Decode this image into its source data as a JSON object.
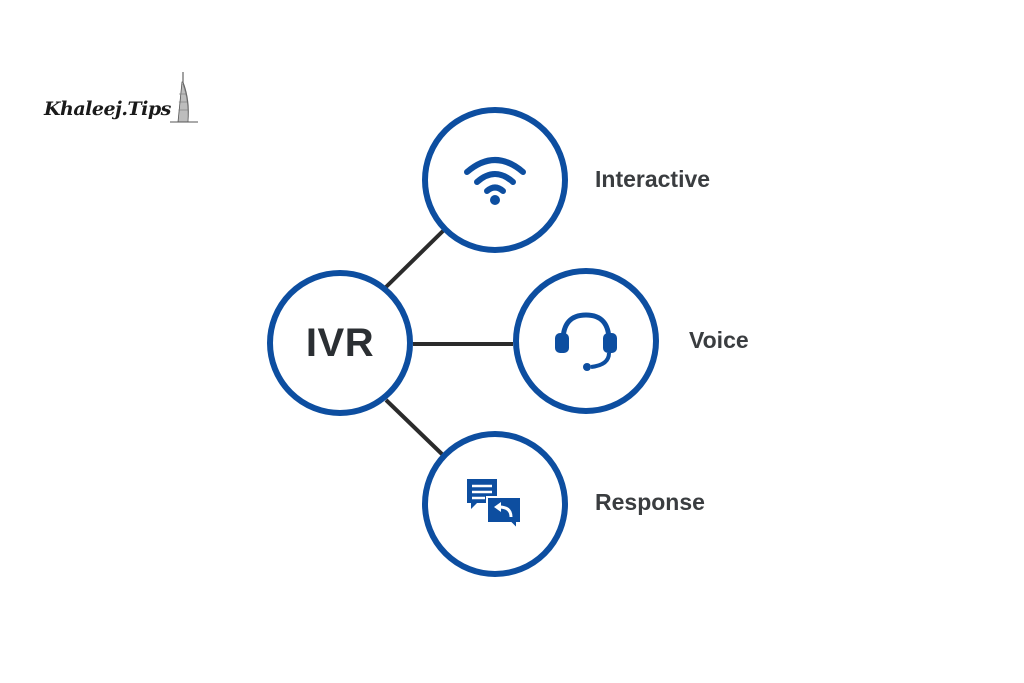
{
  "logo": {
    "text": "Khaleej.Tips",
    "icon": "burj-al-arab-icon"
  },
  "diagram": {
    "center": {
      "label": "IVR"
    },
    "nodes": [
      {
        "label": "Interactive",
        "icon": "wifi-icon"
      },
      {
        "label": "Voice",
        "icon": "headset-icon"
      },
      {
        "label": "Response",
        "icon": "chat-reply-icon"
      }
    ]
  },
  "colors": {
    "accent": "#0d4ea0",
    "text": "#3a3d40",
    "connector": "#2b2b2b"
  }
}
